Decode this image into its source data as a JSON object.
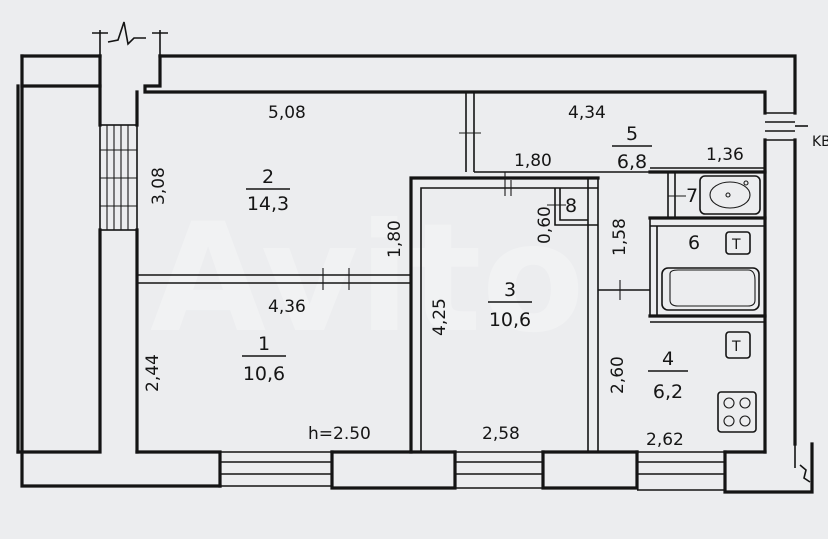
{
  "rooms": [
    {
      "id": "room-1",
      "number": "1",
      "area": "10,6"
    },
    {
      "id": "room-2",
      "number": "2",
      "area": "14,3"
    },
    {
      "id": "room-3",
      "number": "3",
      "area": "10,6"
    },
    {
      "id": "room-4",
      "number": "4",
      "area": "6,2"
    },
    {
      "id": "room-5",
      "number": "5",
      "area": "6,8"
    },
    {
      "id": "room-6",
      "number": "6",
      "area": ""
    },
    {
      "id": "room-7",
      "number": "7",
      "area": ""
    },
    {
      "id": "room-8",
      "number": "8",
      "area": ""
    }
  ],
  "dimensions": {
    "d508": "5,08",
    "d434": "4,34",
    "d180a": "1,80",
    "d136": "1,36",
    "d308": "3,08",
    "d180b": "1,80",
    "d060": "0,60",
    "d158": "1,58",
    "d436": "4,36",
    "d425": "4,25",
    "d244": "2,44",
    "d260": "2,60",
    "d258": "2,58",
    "d262": "2,62"
  },
  "ceiling_height": "h=2.50",
  "fixture_label": "T",
  "edge_label": "KB",
  "watermark": "Avito"
}
